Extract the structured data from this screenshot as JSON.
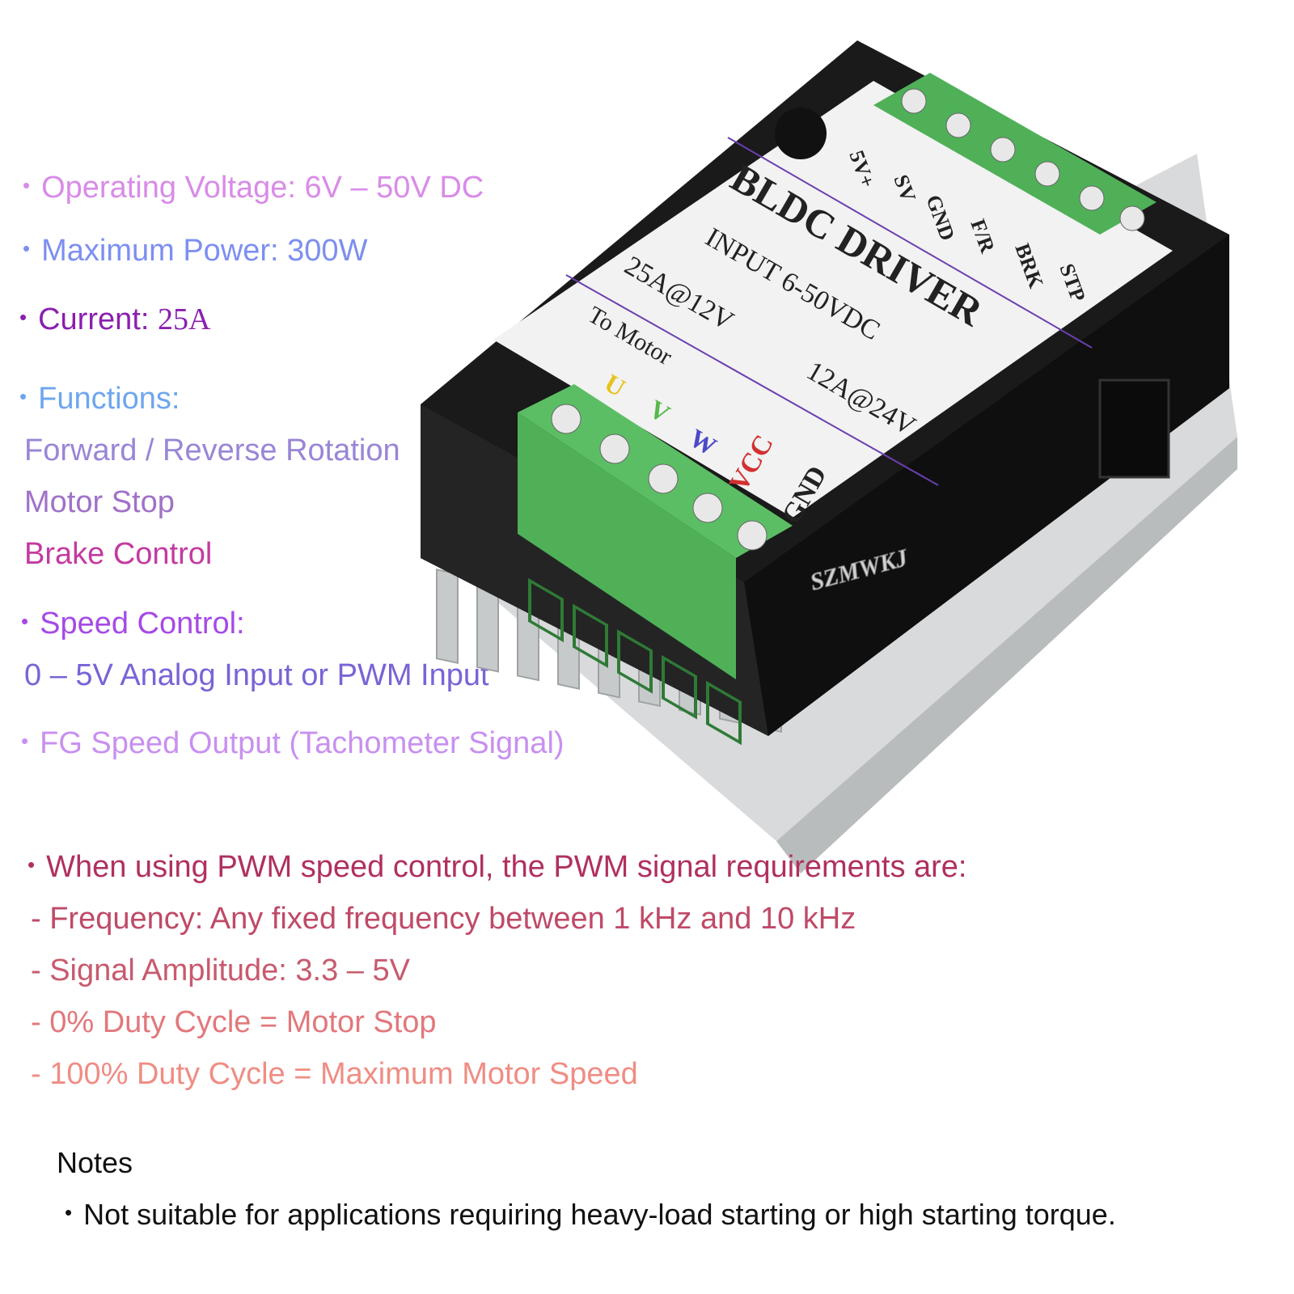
{
  "specs": {
    "voltage": "Operating Voltage: 6V – 50V DC",
    "power": "Maximum Power: 300W",
    "current_label": "Current:",
    "current_value": "25A",
    "functions_heading": "Functions:",
    "functions": [
      "Forward / Reverse Rotation",
      "Motor Stop",
      "Brake Control"
    ],
    "speed_heading": "Speed Control:",
    "speed_detail": "0 – 5V Analog Input or PWM Input",
    "fg": "FG Speed Output (Tachometer Signal)"
  },
  "pwm": {
    "intro": "When using PWM speed control, the PWM signal requirements are:",
    "frequency": "- Frequency: Any fixed frequency between 1 kHz and 10 kHz",
    "amplitude": "- Signal Amplitude: 3.3 – 5V",
    "duty0": "- 0% Duty Cycle = Motor Stop",
    "duty100": "- 100% Duty Cycle = Maximum Motor Speed"
  },
  "notes": {
    "title": "Notes",
    "items": [
      "Not suitable for applications requiring heavy-load starting or high starting torque."
    ]
  },
  "bullet": "•",
  "device": {
    "title": "BLDC DRIVER",
    "input": "INPUT 6-50VDC",
    "rating_12": "25A@12V",
    "rating_24": "12A@24V",
    "to_motor": "To Motor",
    "motor_terminals": [
      "U",
      "V",
      "W",
      "VCC",
      "GND"
    ],
    "control_terminals": [
      "5V+",
      "SV",
      "GND",
      "F/R",
      "BRK",
      "STP"
    ],
    "watermark": "SZMWKJ"
  },
  "colors": {
    "voltage": "#d98be8",
    "power": "#7d8ff0",
    "current": "#8a1fb0",
    "functions_heading": "#6ea6ee",
    "function_1": "#9a85d6",
    "function_2": "#a071c8",
    "function_3": "#c43aa0",
    "speed_heading": "#a54ae6",
    "speed_detail": "#7a63d6",
    "fg": "#c890f0",
    "pwm_intro": "#b03060",
    "pwm_frequency": "#bf4a67",
    "pwm_amplitude": "#c85a6e",
    "pwm_duty0": "#e2787c",
    "pwm_duty100": "#ef8d84",
    "terminal_green": "#4fb058",
    "housing": "#1a1a1a",
    "heatsink": "#d8dadb",
    "label_bg": "#f2f2f2",
    "divider": "#6a3fb0"
  }
}
